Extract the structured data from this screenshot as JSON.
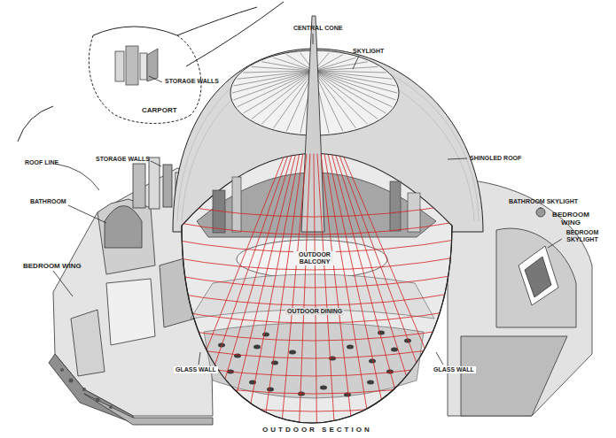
{
  "diagram": {
    "labels": [
      "CENTRAL CONE",
      "SKYLIGHT",
      "STORAGE WALLS",
      "CARPORT",
      "STORAGE WALLS",
      "ROOF LINE",
      "SHINGLED ROOF",
      "BATHROOM",
      "BATHROOM SKYLIGHT",
      "BEDROOM WING",
      "BEDROOM SKYLIGHT",
      "OUTDOOR BALCONY",
      "BEDROOM WING",
      "OUTDOOR DINING",
      "GLASS WALL",
      "GLASS WALL",
      "OUTDOOR SECTION"
    ]
  }
}
